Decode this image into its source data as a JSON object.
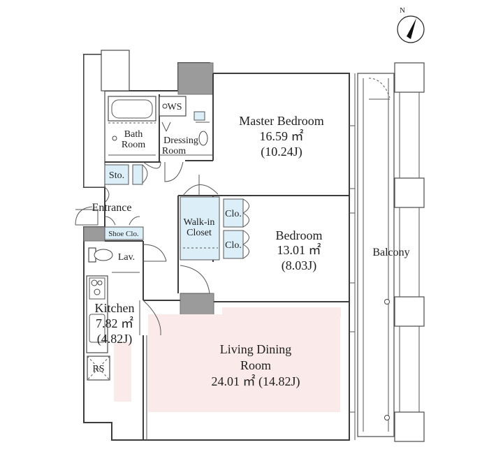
{
  "rooms": {
    "master_bedroom": {
      "name": "Master Bedroom",
      "area": "16.59 ㎡",
      "tatami": "(10.24J)"
    },
    "bedroom": {
      "name": "Bedroom",
      "area": "13.01 ㎡",
      "tatami": "(8.03J)"
    },
    "living": {
      "name_line1": "Living Dining",
      "name_line2": "Room",
      "area": "24.01 ㎡ (14.82J)"
    },
    "kitchen": {
      "name": "Kitchen",
      "area": "7.82 ㎡",
      "tatami": "(4.82J)"
    },
    "bath": {
      "line1": "Bath",
      "line2": "Room"
    },
    "dressing": {
      "line1": "Dressing",
      "line2": "Room"
    },
    "walkin": {
      "line1": "Walk-in",
      "line2": "Closet"
    },
    "balcony": "Balcony",
    "entrance": "Entrance"
  },
  "fixtures": {
    "ws": "WS",
    "sto": "Sto.",
    "shoe_closet": "Shoe Clo.",
    "lav": "Lav.",
    "clo_upper": "Clo.",
    "clo_lower": "Clo.",
    "rs": "RS"
  },
  "compass": {
    "label": "N"
  },
  "colors": {
    "living_area_fill": "#fbeaea",
    "closet_fill": "#dceef8",
    "pillar": "#9b9b9b"
  }
}
